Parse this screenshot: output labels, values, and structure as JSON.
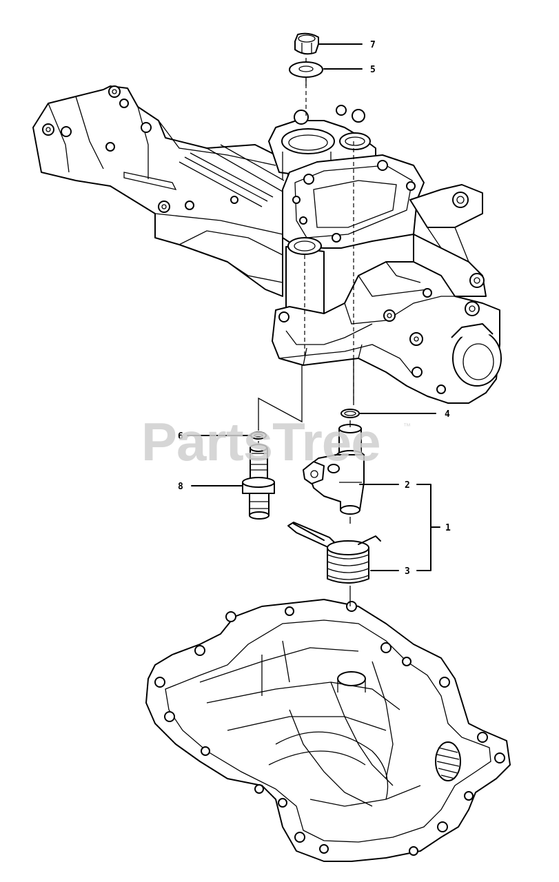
{
  "watermark": {
    "text": "PartsTree",
    "trademark": "™"
  },
  "callouts": [
    {
      "id": "7",
      "label": "7",
      "part": "nut"
    },
    {
      "id": "5",
      "label": "5",
      "part": "washer"
    },
    {
      "id": "4",
      "label": "4",
      "part": "o-ring"
    },
    {
      "id": "6",
      "label": "6",
      "part": "o-ring"
    },
    {
      "id": "2",
      "label": "2",
      "part": "shaft-arm"
    },
    {
      "id": "1",
      "label": "1",
      "part": "assembly-bracket"
    },
    {
      "id": "8",
      "label": "8",
      "part": "valve-fitting"
    },
    {
      "id": "3",
      "label": "3",
      "part": "spring"
    }
  ],
  "colors": {
    "line": "#000000",
    "background": "#ffffff",
    "watermark": "#d0d0d0"
  }
}
